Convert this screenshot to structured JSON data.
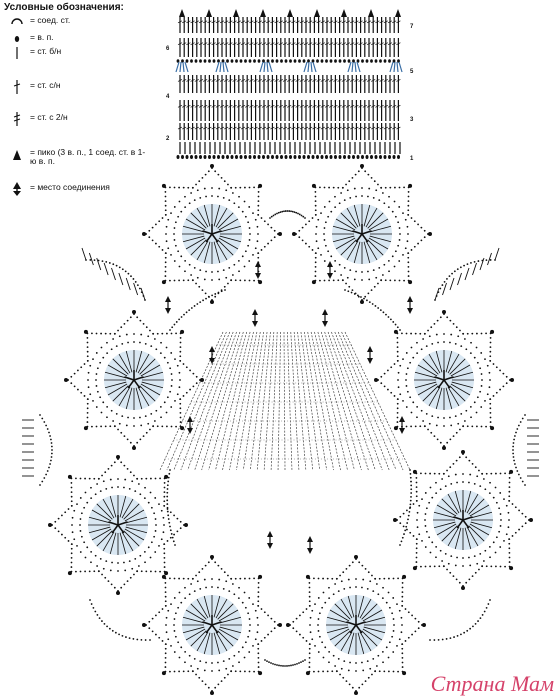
{
  "legend": {
    "title": "Условные обозначения:",
    "items": [
      {
        "symbol": "slip-stitch-icon",
        "label": "= соед. ст."
      },
      {
        "symbol": "chain-stitch-icon",
        "label": "= в. п."
      },
      {
        "symbol": "single-crochet-icon",
        "label": "= ст. б/н"
      },
      {
        "symbol": "double-crochet-icon",
        "label": "= ст. с/н"
      },
      {
        "symbol": "treble-crochet-icon",
        "label": "= ст. с 2/н"
      },
      {
        "symbol": "picot-icon",
        "label": "= пико (3 в. п., 1 соед. ст. в 1-ю в. п."
      },
      {
        "symbol": "join-point-icon",
        "label": "= место соединения"
      }
    ]
  },
  "row_chart": {
    "rows": [
      "1",
      "2",
      "3",
      "4",
      "5",
      "6",
      "7"
    ]
  },
  "watermark": "Страна Мам",
  "colors": {
    "ink": "#111111",
    "accent": "#d5426a",
    "motif_tint": "#b9d4e8"
  }
}
